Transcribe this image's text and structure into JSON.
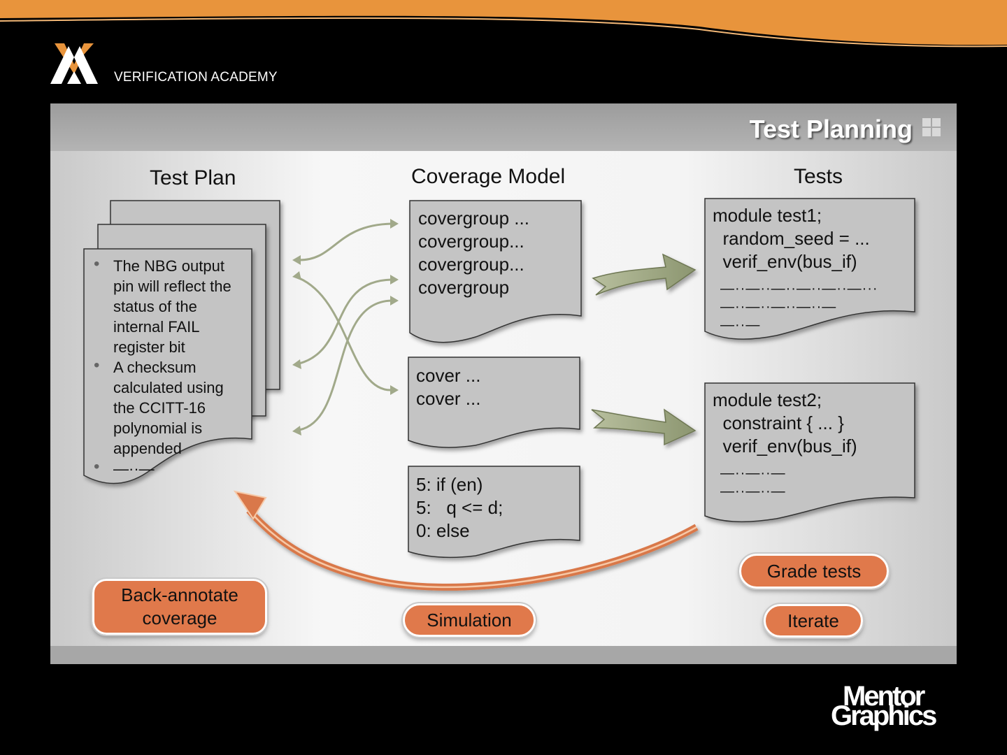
{
  "brand": {
    "name": "VERIFICATION ACADEMY",
    "company_line1": "Mentor",
    "company_line2": "Graphics"
  },
  "slide": {
    "title": "Test Planning"
  },
  "columns": {
    "test_plan": "Test Plan",
    "coverage_model": "Coverage Model",
    "tests": "Tests"
  },
  "test_plan": {
    "bullets": [
      "The NBG output pin will reflect the status of the internal FAIL register bit",
      "A checksum calculated using the CCITT-16 polynomial is appended",
      "—··—"
    ]
  },
  "coverage": {
    "covergroups": "covergroup ...\ncovergroup...\ncovergroup...\ncovergroup",
    "covers": "cover ...\ncover ...",
    "code": "5: if (en)\n5:   q <= d;\n0: else"
  },
  "tests": {
    "test1": "module test1;\n  random_seed = ...\n  verif_env(bus_if)",
    "test1_dashes": "—··—··—··—··—··—···\n—··—··—··—··—\n—··—",
    "test2": "module test2;\n  constraint { ... }\n  verif_env(bus_if)",
    "test2_dashes": "—··—··—\n—··—··—"
  },
  "actions": {
    "back_annotate": "Back-annotate coverage",
    "simulation": "Simulation",
    "grade_tests": "Grade tests",
    "iterate": "Iterate"
  },
  "colors": {
    "accent_orange": "#e0794b",
    "swoosh_orange": "#e8943c",
    "arrow_green": "#96a07a",
    "doc_gray": "#c4c4c4"
  }
}
